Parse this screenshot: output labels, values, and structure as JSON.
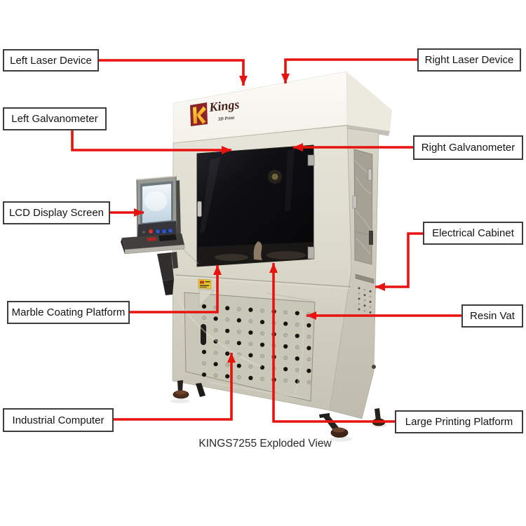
{
  "caption": "KINGS7255 Exploded View",
  "logo": {
    "brand": "Kings",
    "tagline": "3D Print"
  },
  "colors": {
    "callout_red": "#e8130f",
    "label_border": "#3d3d3d",
    "label_bg": "#ffffff",
    "label_text": "#141414",
    "logo_maroon": "#8e2429",
    "logo_yellow": "#f5b21c",
    "cabinet_body": "#d8d5c8",
    "window_black": "#0a0a0d"
  },
  "annotations": [
    {
      "id": "left-laser-device",
      "label": "Left Laser Device"
    },
    {
      "id": "right-laser-device",
      "label": "Right Laser Device"
    },
    {
      "id": "left-galvanometer",
      "label": "Left Galvanometer"
    },
    {
      "id": "right-galvanometer",
      "label": "Right Galvanometer"
    },
    {
      "id": "lcd-display-screen",
      "label": "LCD Display Screen"
    },
    {
      "id": "electrical-cabinet",
      "label": "Electrical Cabinet"
    },
    {
      "id": "marble-coating-platform",
      "label": "Marble Coating Platform"
    },
    {
      "id": "resin-vat",
      "label": "Resin Vat"
    },
    {
      "id": "industrial-computer",
      "label": "Industrial Computer"
    },
    {
      "id": "large-printing-platform",
      "label": "Large Printing Platform"
    }
  ]
}
